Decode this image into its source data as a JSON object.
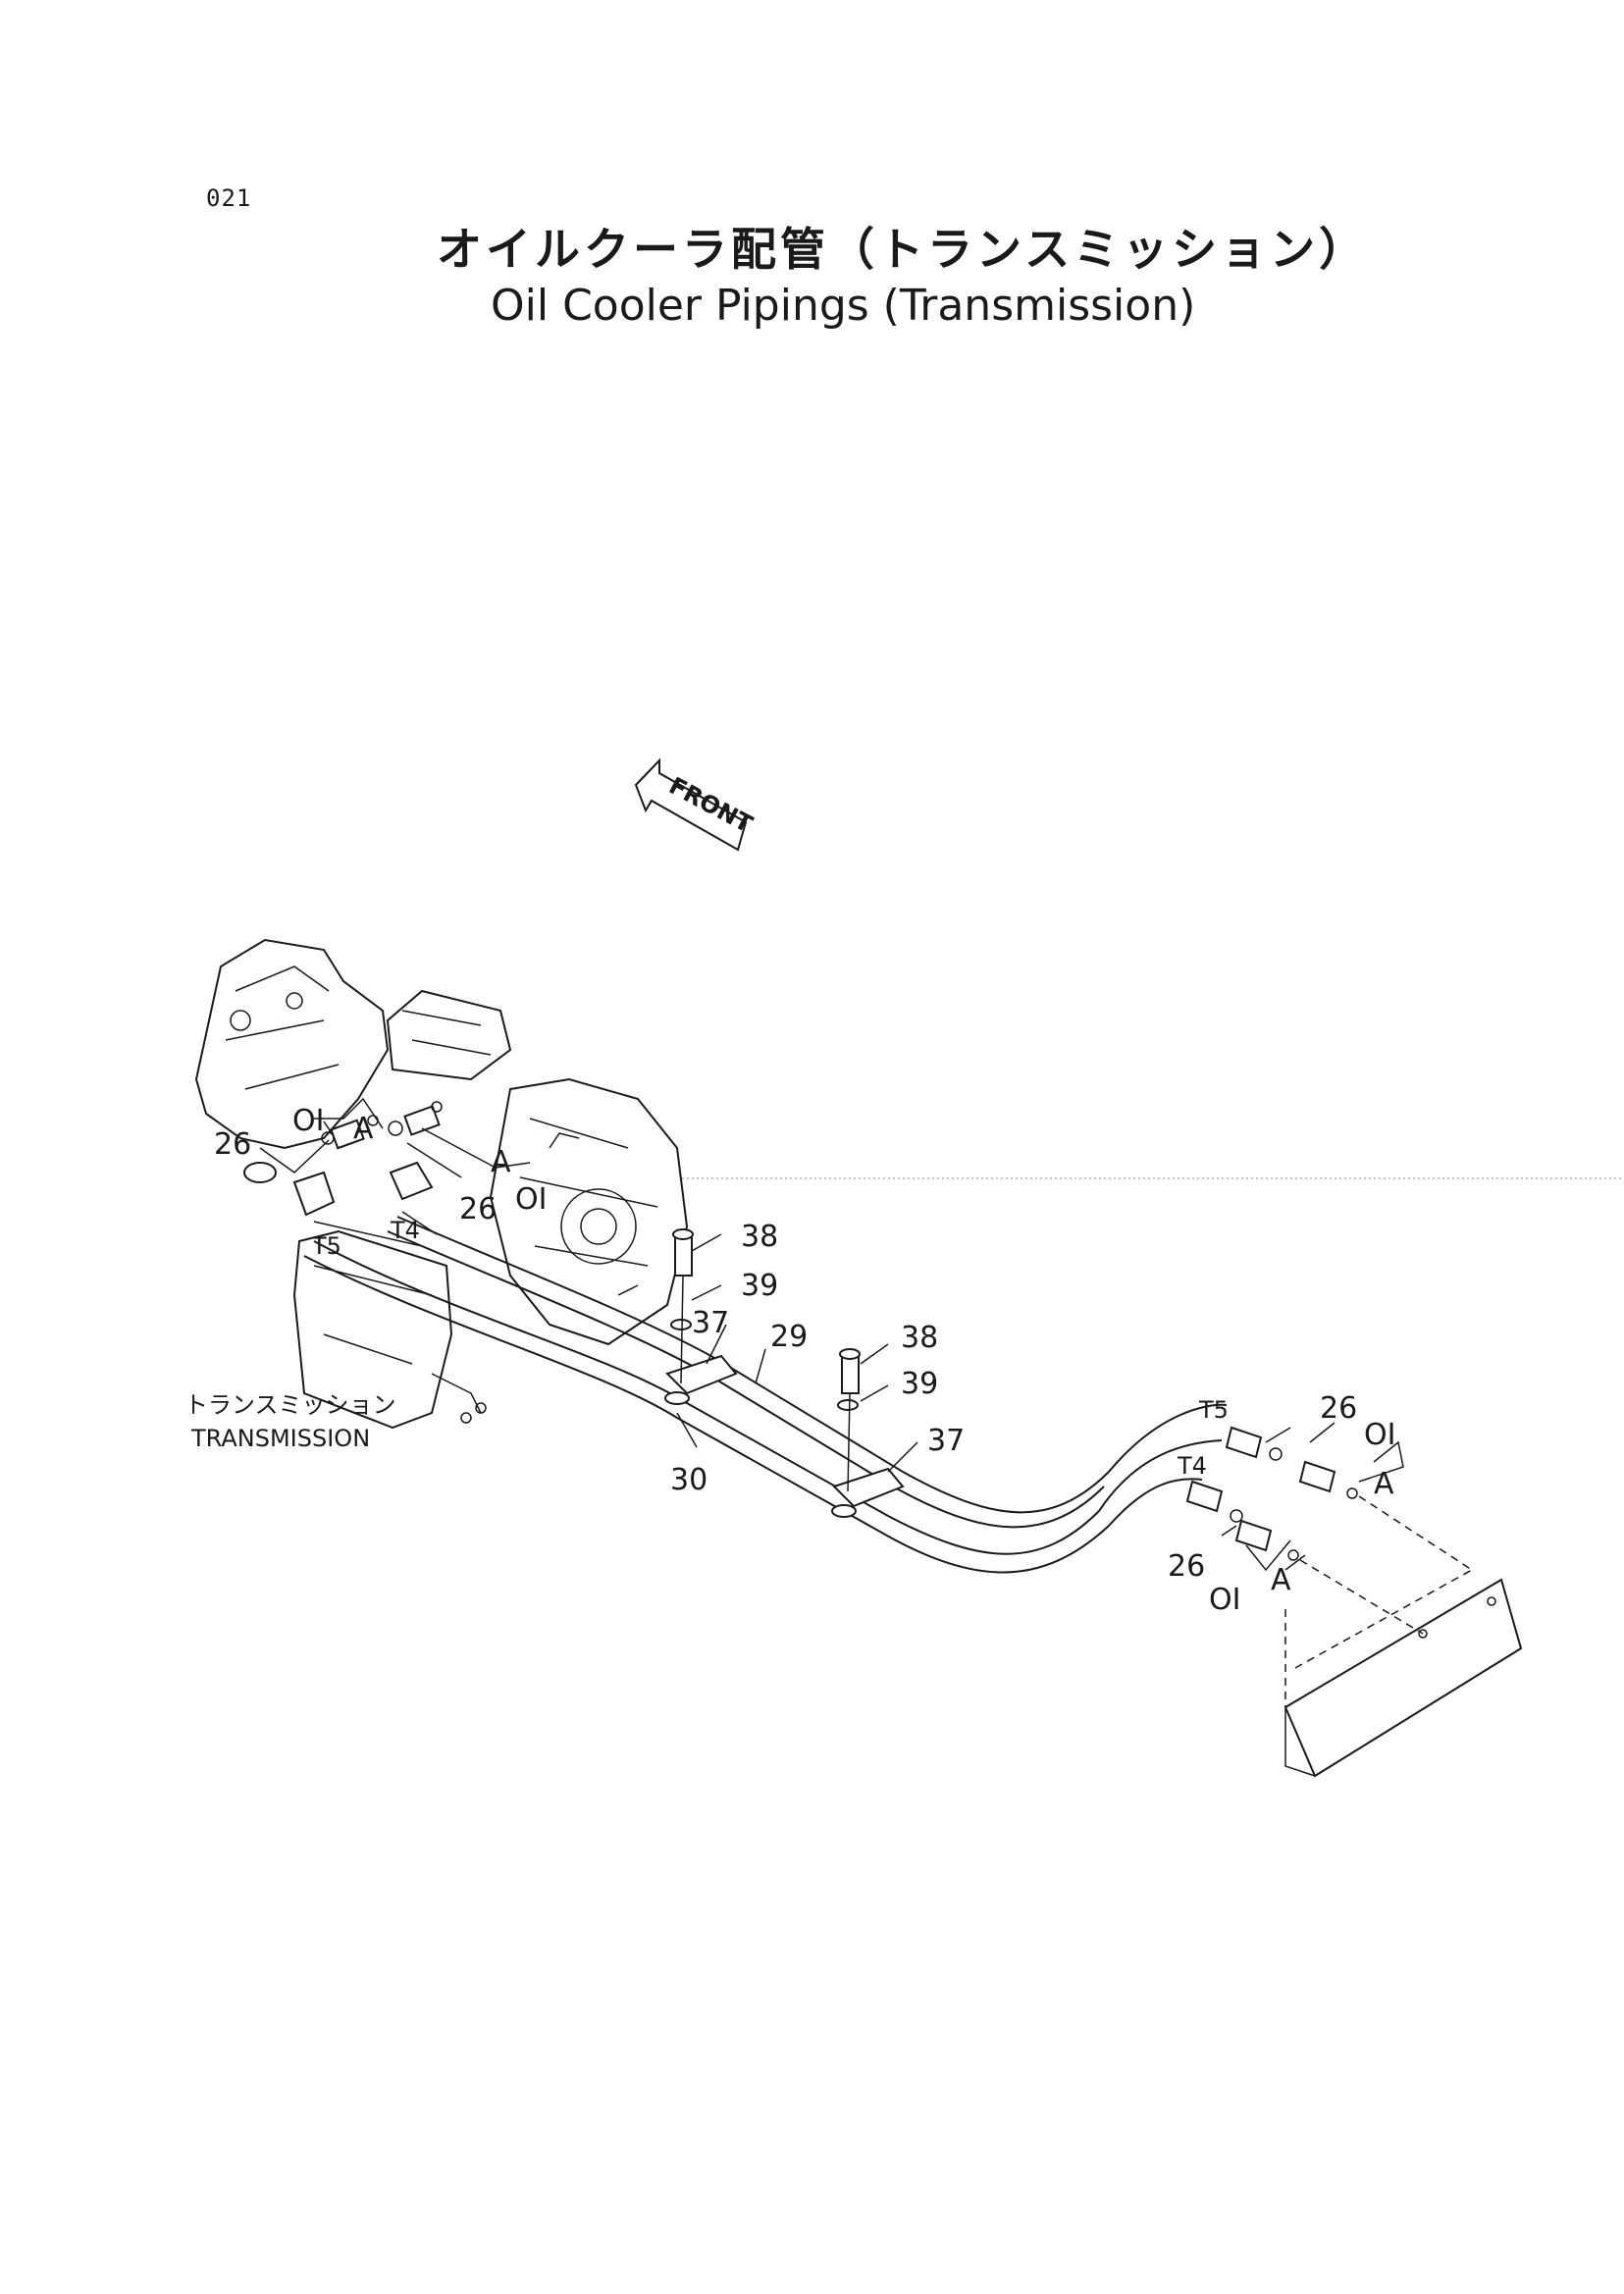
{
  "page": {
    "number": "021"
  },
  "title": {
    "jp": "オイルクーラ配管（トランスミッション）",
    "en": "Oil Cooler Pipings (Transmission)"
  },
  "direction_marker": {
    "label": "FRONT",
    "icon": "arrow-icon"
  },
  "callouts": {
    "c01_a": "OI",
    "c01_b": "OI",
    "c01_c": "OI",
    "c01_d": "OI",
    "ca_a": "A",
    "ca_b": "A",
    "ca_c": "A",
    "ca_d": "A",
    "c26_a": "26",
    "c26_b": "26",
    "c26_c": "26",
    "c26_d": "26",
    "ct4_a": "T4",
    "ct4_b": "T4",
    "ct5_a": "T5",
    "ct5_b": "T5",
    "c38_a": "38",
    "c38_b": "38",
    "c39_a": "39",
    "c39_b": "39",
    "c37_a": "37",
    "c37_b": "37",
    "c29": "29",
    "c30": "30"
  },
  "component_label": {
    "jp": "トランスミッション",
    "en": "TRANSMISSION"
  }
}
